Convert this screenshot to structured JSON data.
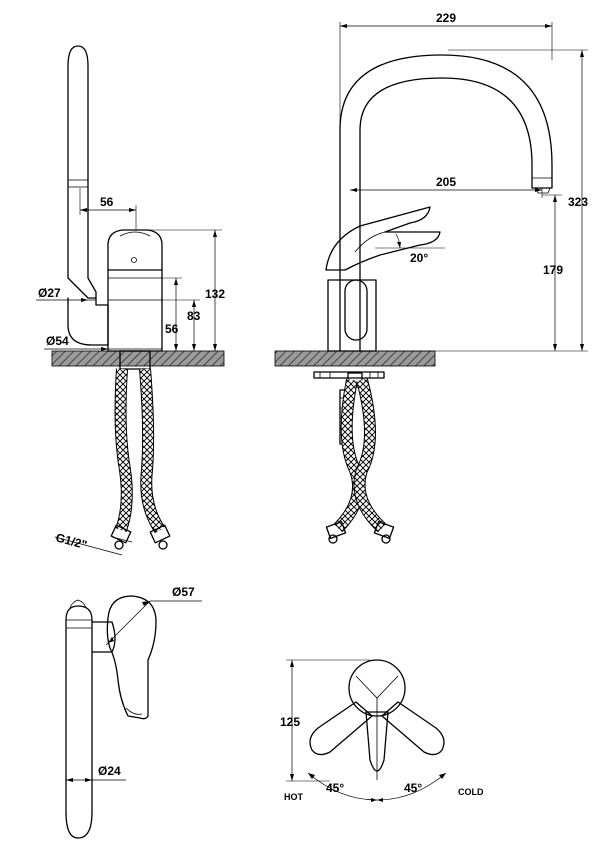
{
  "dimensions": {
    "width_total": "229",
    "spout_reach": "205",
    "height_total": "323",
    "spout_height": "179",
    "handle_angle": "20°",
    "lever_offset": "56",
    "body_height": "132",
    "inlet_height": "83",
    "base_height": "56",
    "spout_diameter": "Ø27",
    "base_diameter": "Ø54",
    "thread": "G1/2\"",
    "handle_diameter": "Ø57",
    "tube_diameter": "Ø24",
    "handle_depth": "125",
    "angle_hot": "45°",
    "angle_cold": "45°"
  },
  "labels": {
    "hot": "HOT",
    "cold": "COLD"
  }
}
